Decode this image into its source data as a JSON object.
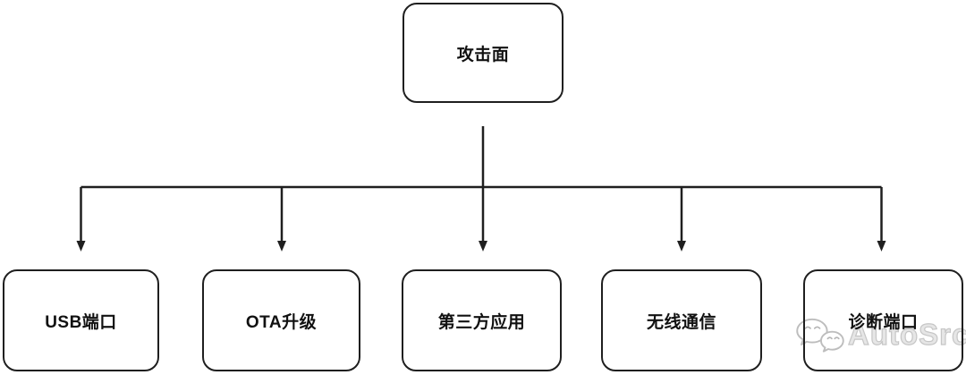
{
  "diagram": {
    "type": "tree",
    "root": {
      "id": "attack-surface",
      "label": "攻击面"
    },
    "children": [
      {
        "id": "usb-port",
        "label": "USB端口"
      },
      {
        "id": "ota-upgrade",
        "label": "OTA升级"
      },
      {
        "id": "third-party-app",
        "label": "第三方应用"
      },
      {
        "id": "wireless-comm",
        "label": "无线通信"
      },
      {
        "id": "diagnostic-port",
        "label": "诊断端口"
      }
    ],
    "edges": [
      {
        "from": "attack-surface",
        "to": "usb-port"
      },
      {
        "from": "attack-surface",
        "to": "ota-upgrade"
      },
      {
        "from": "attack-surface",
        "to": "third-party-app"
      },
      {
        "from": "attack-surface",
        "to": "wireless-comm"
      },
      {
        "from": "attack-surface",
        "to": "diagnostic-port"
      }
    ]
  },
  "watermark": {
    "text": "AutoSrc",
    "icon": "wechat-icon"
  },
  "colors": {
    "background": "#ffffff",
    "line": "#1f1f1f",
    "node_border": "#1f1f1f",
    "node_background": "#ffffff",
    "node_text": "#111111",
    "watermark": "#c6c6c6"
  }
}
